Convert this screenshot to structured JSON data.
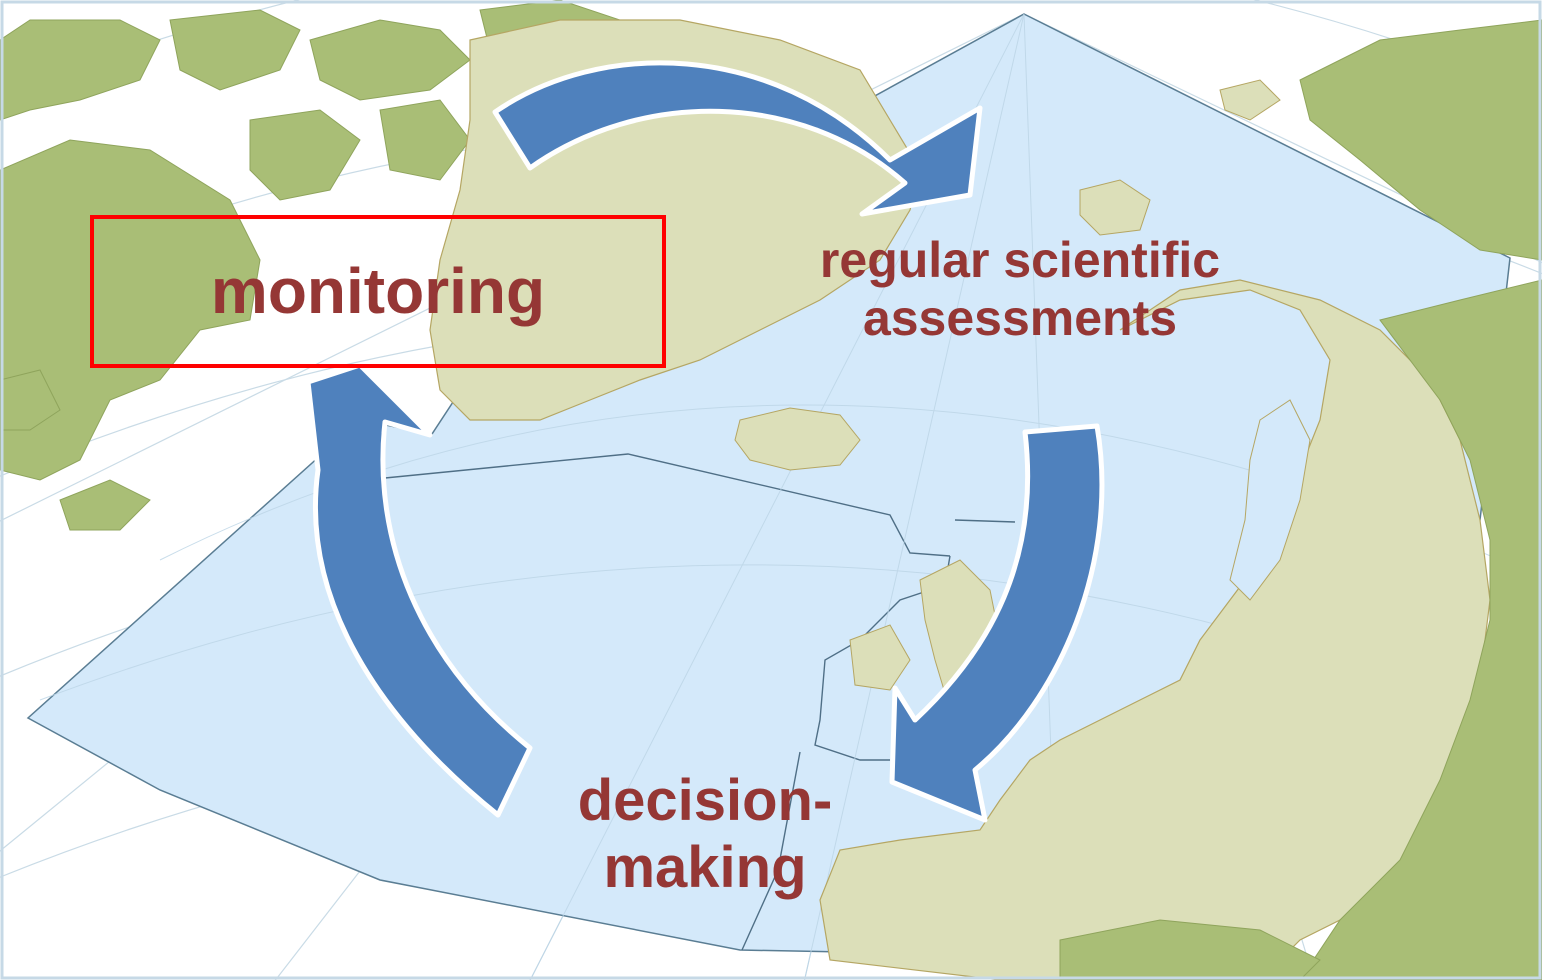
{
  "diagram": {
    "type": "cycle",
    "steps": [
      {
        "id": "monitoring",
        "lines": [
          "monitoring"
        ],
        "highlighted": true
      },
      {
        "id": "assessment",
        "lines": [
          "regular scientific",
          "assessments"
        ]
      },
      {
        "id": "decision",
        "lines": [
          "decision-",
          "making"
        ]
      }
    ],
    "flow": [
      "monitoring",
      "assessment",
      "decision",
      "monitoring"
    ]
  },
  "colors": {
    "ocean": "#d4e9fa",
    "land": "#a9be76",
    "land_highlight": "#dcdfb9",
    "arrow": "#4f81bd",
    "label_text": "#953735",
    "highlight_border": "#ff0000"
  },
  "icons": {
    "arrows": "curved-cycle-arrow"
  }
}
